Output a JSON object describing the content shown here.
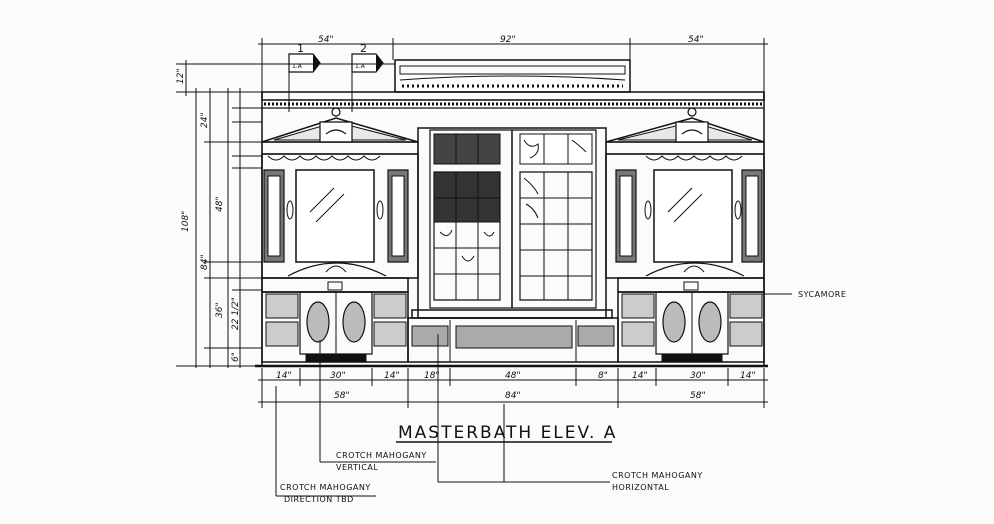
{
  "title": "MASTERBATH ELEV. A",
  "markers": [
    {
      "number": "1",
      "ref": "1.A"
    },
    {
      "number": "2",
      "ref": "1.A"
    }
  ],
  "top_dimensions": [
    "54\"",
    "92\"",
    "54\""
  ],
  "bottom_dimensions_row1": [
    "14\"",
    "30\"",
    "14\"",
    "18\"",
    "48\"",
    "8\"",
    "14\"",
    "30\"",
    "14\""
  ],
  "bottom_dimensions_row2": [
    "58\"",
    "84\"",
    "58\""
  ],
  "left_dimensions": [
    "12\"",
    "24\"",
    "48\"",
    "36\"",
    "84\"",
    "108\"",
    "22 1/2\"",
    "6\""
  ],
  "notes": {
    "sycamore": "SYCAMORE",
    "crotch_vertical_1": "CROTCH MAHOGANY",
    "crotch_vertical_2": "VERTICAL",
    "crotch_direction_1": "CROTCH MAHOGANY",
    "crotch_direction_2": "DIRECTION TBD",
    "crotch_horizontal_1": "CROTCH MAHOGANY",
    "crotch_horizontal_2": "HORIZONTAL"
  }
}
